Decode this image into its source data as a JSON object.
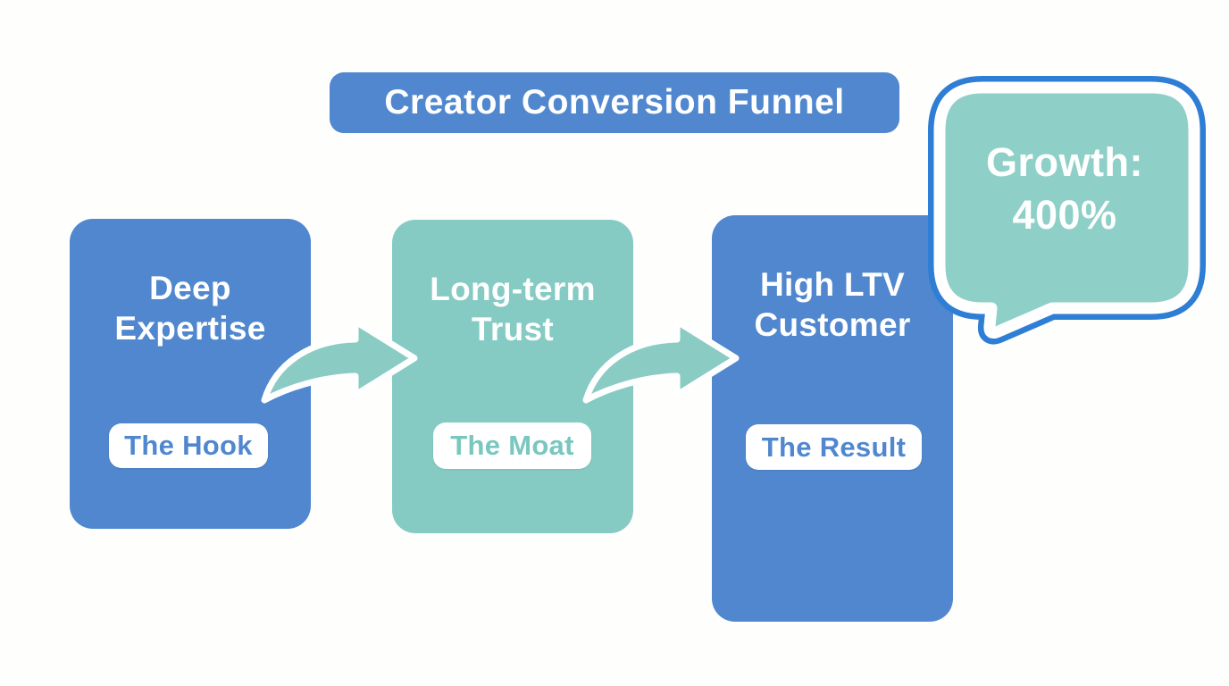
{
  "title": {
    "label": "Creator Conversion Funnel"
  },
  "funnel": {
    "stages": [
      {
        "name": "Deep Expertise",
        "line1": "Deep",
        "line2": "Expertise",
        "badge": "The Hook",
        "box_color": "#5087ce",
        "badge_text_color": "#5087ce"
      },
      {
        "name": "Long-term Trust",
        "line1": "Long-term",
        "line2": "Trust",
        "badge": "The Moat",
        "box_color": "#85cbc4",
        "badge_text_color": "#79c7bf"
      },
      {
        "name": "High LTV Customer",
        "line1": "High LTV",
        "line2": "Customer",
        "badge": "The Result",
        "box_color": "#5087ce",
        "badge_text_color": "#5087ce"
      }
    ]
  },
  "callout": {
    "line1": "Growth:",
    "line2": "400%"
  },
  "colors": {
    "background": "#fefefd",
    "blue": "#5087ce",
    "teal": "#85cbc4",
    "arrow": "#8accc4",
    "bubble_fill": "#8ed0c8",
    "bubble_border": "#2f7ed6",
    "text_white": "#ffffff"
  }
}
